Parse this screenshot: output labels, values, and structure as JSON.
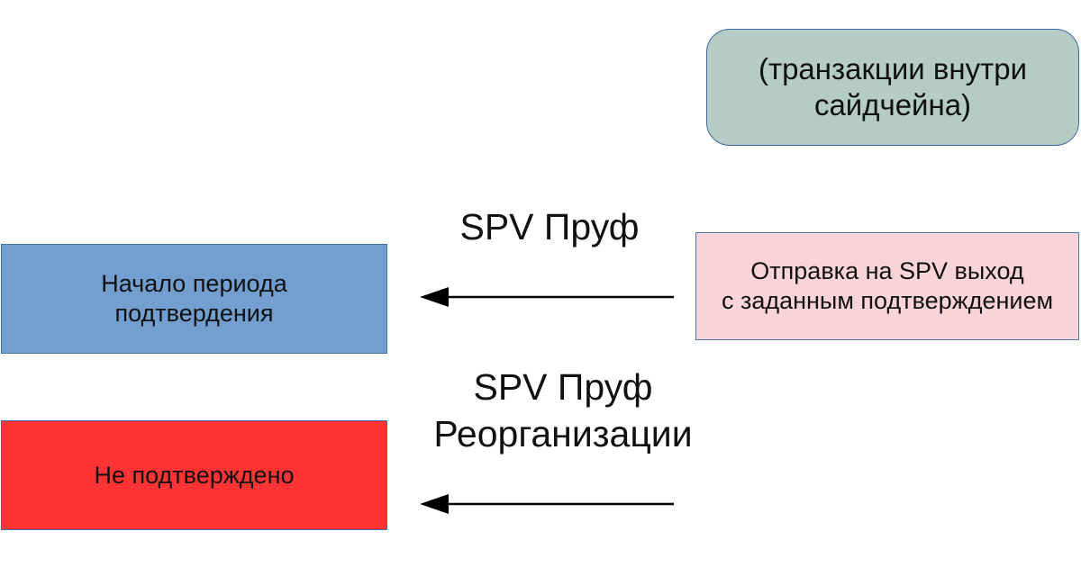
{
  "nodes": {
    "sidechain_tx": {
      "text": "(транзакции внутри\nсайдчейна)",
      "fill": "#b4cbc6"
    },
    "send_to_spv": {
      "text": "Отправка на SPV выход\nс заданным подтверждением",
      "fill": "#f8d4d8"
    },
    "confirmation_start": {
      "text": "Начало периода\nподтвердения",
      "fill": "#729fcf"
    },
    "not_confirmed": {
      "text": "Не подтверждено",
      "fill": "#ff3333"
    }
  },
  "edges": {
    "spv_proof": {
      "label": "SPV Пруф",
      "from": "send_to_spv",
      "to": "confirmation_start"
    },
    "reorg_proof": {
      "label": "SPV Пруф\nРеорганизации",
      "to": "not_confirmed"
    }
  },
  "colors": {
    "arrow": "#000000",
    "box_border": "#3d6fa8"
  }
}
